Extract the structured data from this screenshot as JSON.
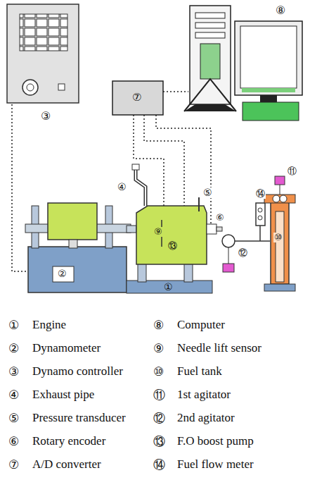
{
  "diagram": {
    "labels": [
      "⑧",
      "③",
      "⑦",
      "④",
      "⑤",
      "⑨",
      "⑬",
      "⑥",
      "②",
      "①",
      "⑪",
      "⑭",
      "⑩",
      "⑫",
      "①",
      "Engine",
      "⑧",
      "Computer",
      "②",
      "Dynamometer",
      "⑨",
      "Needle lift sensor",
      "③",
      "Dynamo controller",
      "⑩",
      "Fuel tank",
      "④",
      "Exhaust pipe",
      "⑪",
      "1st agitator",
      "⑤",
      "Pressure transducer",
      "⑫",
      "2nd agitator",
      "⑥",
      "Rotary encoder",
      "⑬",
      "F.O boost pump",
      "⑦",
      "A/D converter",
      "⑭",
      "Fuel flow meter"
    ]
  }
}
